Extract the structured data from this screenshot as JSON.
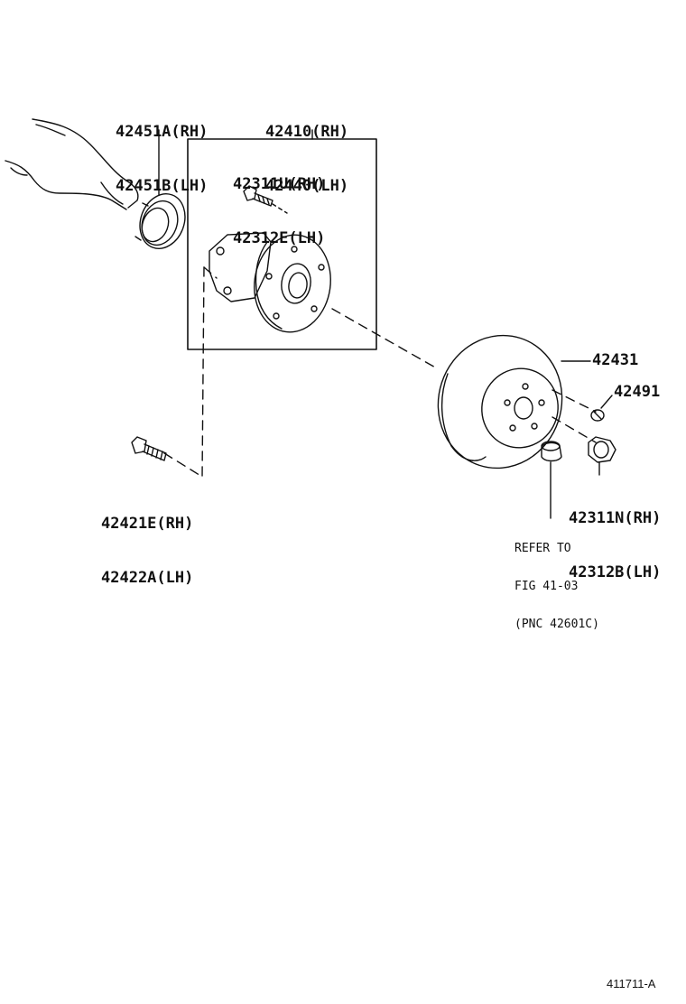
{
  "callouts": {
    "oil_seal": {
      "line1": "42451A(RH)",
      "line2": "42451B(LH)"
    },
    "hub_assy": {
      "line1": "42410(RH)",
      "line2": "42440(LH)"
    },
    "hub_bolt": {
      "line1": "42311U(RH)",
      "line2": "42312E(LH)"
    },
    "disc": {
      "text": "42431"
    },
    "disc_screw": {
      "text": "42491"
    },
    "hub_nut": {
      "line1": "42311N(RH)",
      "line2": "42312B(LH)"
    },
    "mount_bolt": {
      "line1": "42421E(RH)",
      "line2": "42422A(LH)"
    },
    "refer": {
      "line1": "REFER TO",
      "line2": "FIG 41-03",
      "line3": "(PNC 42601C)"
    }
  },
  "figure_code": "411711-A"
}
